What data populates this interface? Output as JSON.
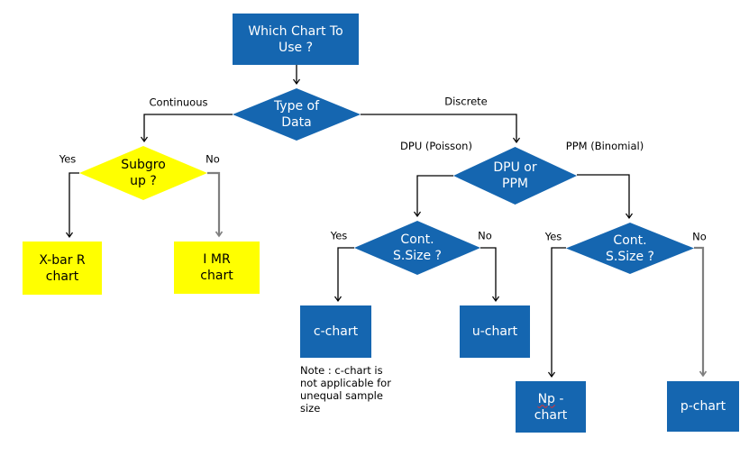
{
  "colors": {
    "blue": "#1566b0",
    "yellow": "#ffff00",
    "line_gray": "#7f7f7f",
    "text_dark": "#000000"
  },
  "nodes": {
    "root": {
      "line1": "Which Chart To",
      "line2": "Use ?"
    },
    "type_of_data": {
      "line1": "Type of",
      "line2": "Data"
    },
    "subgroup": {
      "line1": "Subgro",
      "line2": "up ?"
    },
    "dpu_or_ppm": {
      "line1": "DPU or",
      "line2": "PPM"
    },
    "cont_ssize_dpu": {
      "line1": "Cont.",
      "line2": "S.Size ?"
    },
    "cont_ssize_ppm": {
      "line1": "Cont.",
      "line2": "S.Size ?"
    },
    "xbar_r": {
      "line1": "X-bar R",
      "line2": "chart"
    },
    "imr": {
      "line1": "I MR",
      "line2": "chart"
    },
    "c_chart": {
      "label": "c-chart"
    },
    "u_chart": {
      "label": "u-chart"
    },
    "np_chart": {
      "word1": "Np",
      "word2": "-",
      "line2": "chart"
    },
    "p_chart": {
      "label": "p-chart"
    }
  },
  "edge_labels": {
    "continuous": "Continuous",
    "discrete": "Discrete",
    "subgroup_yes": "Yes",
    "subgroup_no": "No",
    "dpu_line1": "DPU",
    "dpu_line2": "(Poisson)",
    "ppm_line1": "PPM",
    "ppm_line2": "(Binomial)",
    "cont1_yes": "Yes",
    "cont1_no": "No",
    "cont2_yes": "Yes",
    "cont2_no": "No"
  },
  "note_lines": [
    "Note : c-chart is",
    "not applicable for",
    "unequal sample",
    "size"
  ]
}
